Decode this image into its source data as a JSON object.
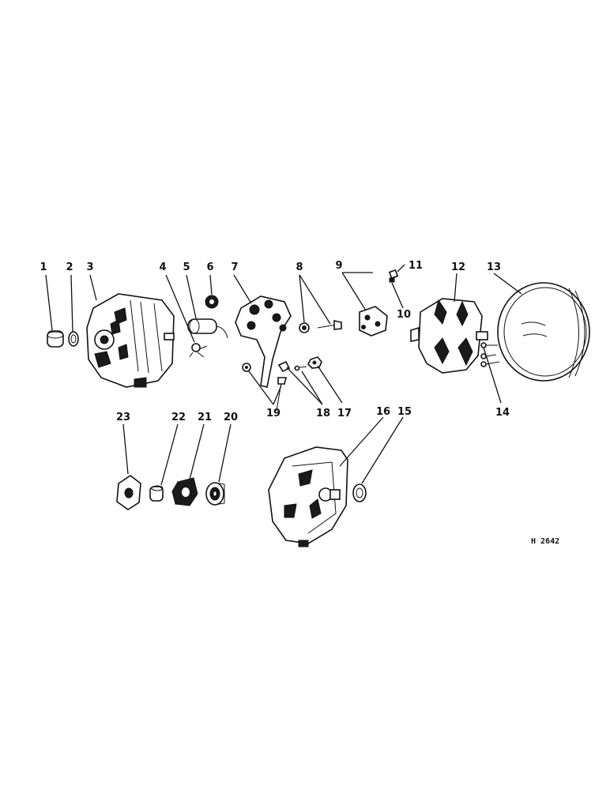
{
  "figure_ref": "H 2642",
  "callouts": [
    "1",
    "2",
    "3",
    "4",
    "5",
    "6",
    "7",
    "8",
    "9",
    "10",
    "11",
    "12",
    "13",
    "14",
    "15",
    "16",
    "17",
    "18",
    "19",
    "20",
    "21",
    "22",
    "23"
  ]
}
